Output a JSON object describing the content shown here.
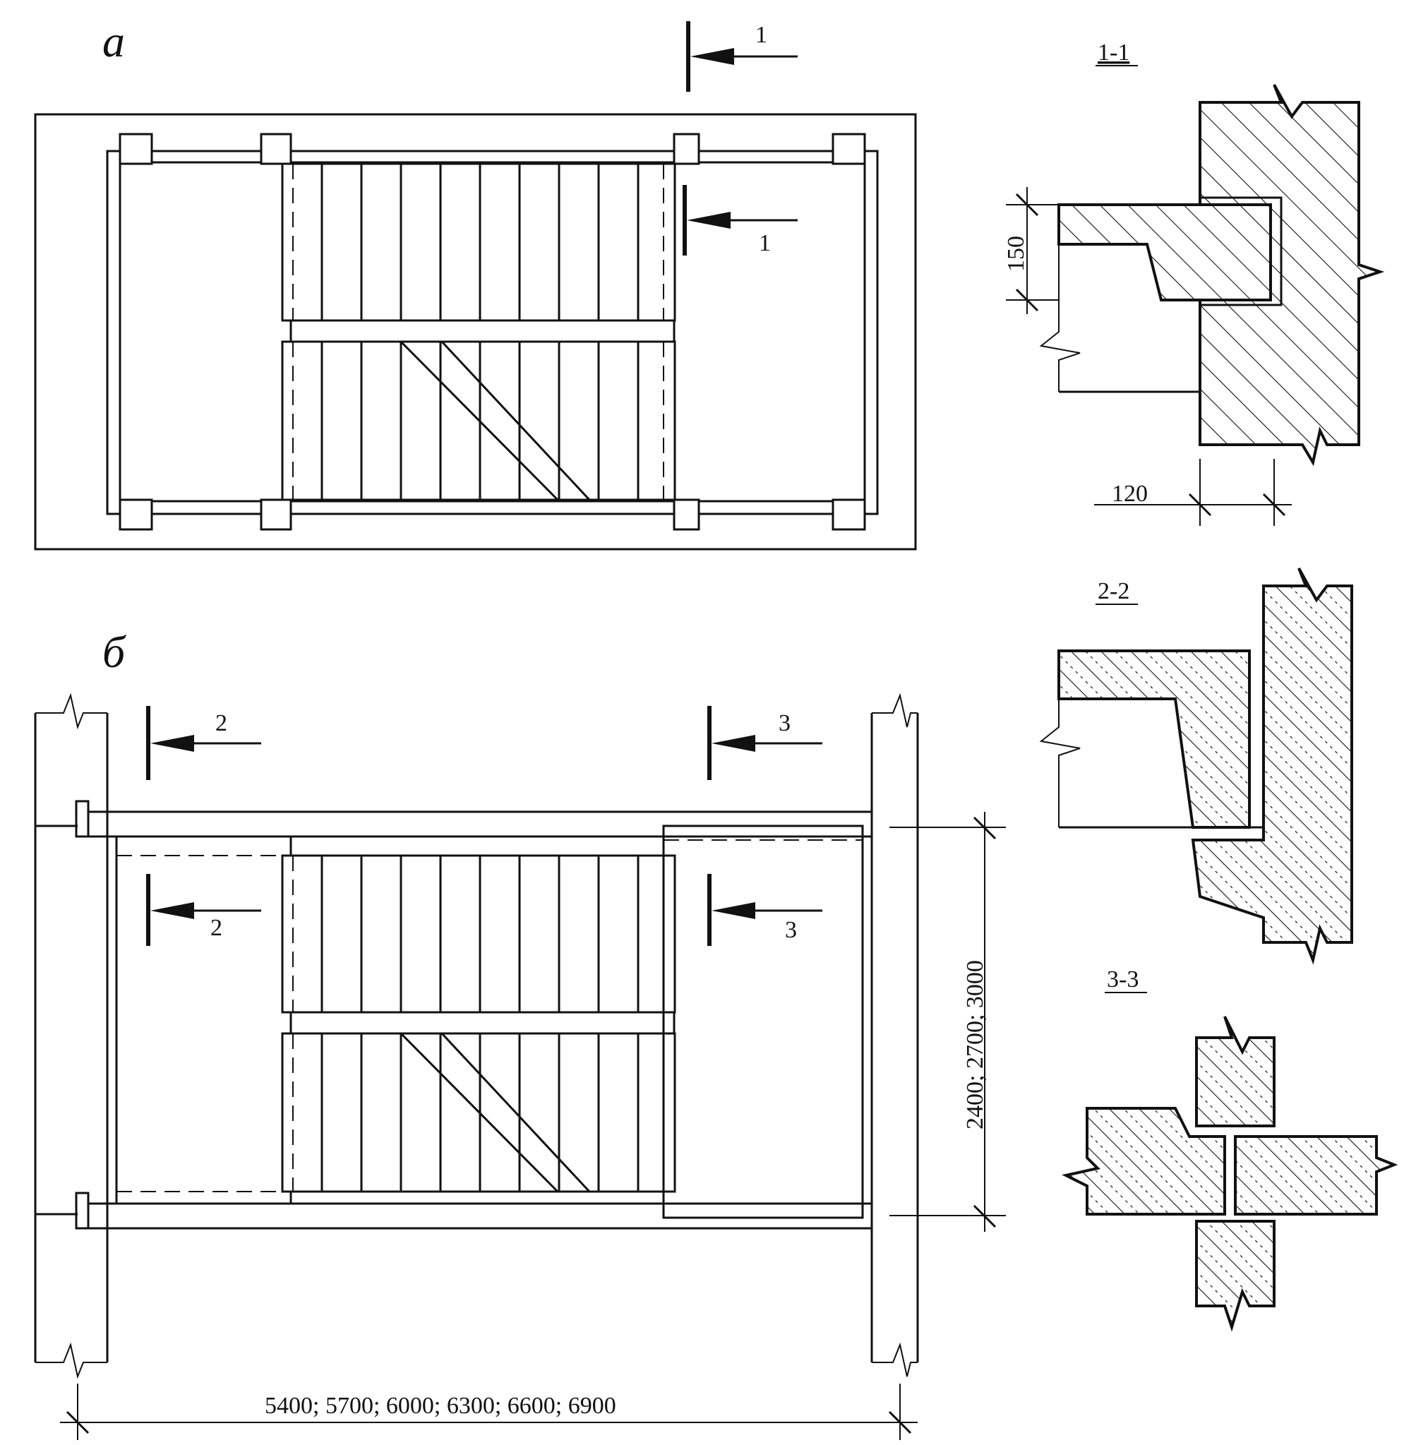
{
  "labels": {
    "plan_a": "а",
    "plan_b": "б",
    "section_1": "1-1",
    "section_2": "2-2",
    "section_3": "3-3",
    "cut_marks": [
      "1",
      "1",
      "2",
      "2",
      "3",
      "3"
    ]
  },
  "dimensions": {
    "thickness": "150",
    "bearing": "120",
    "depth": "2400; 2700; 3000",
    "length": "5400; 5700; 6000; 6300; 6600; 6900"
  },
  "colors": {
    "line": "#111111",
    "background": "#ffffff"
  }
}
